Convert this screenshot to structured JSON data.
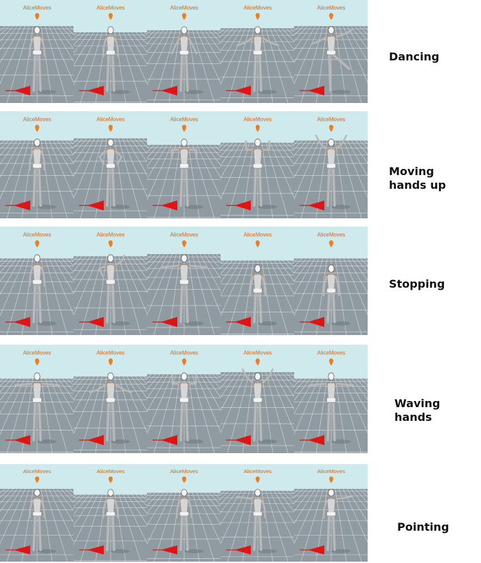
{
  "character_label": "AliceMoves",
  "colors": {
    "sky": "#cfeaec",
    "floor": "#8f9ba1",
    "grid": "#e9eef0",
    "marker": "#f07d1c",
    "label": "#d4661c",
    "arrow": "#e01414",
    "body": "#b9b9b9",
    "joint": "#d98a4a"
  },
  "rows": [
    {
      "label": "Dancing",
      "pose": "dancing",
      "frames": [
        {
          "pose": "stand"
        },
        {
          "pose": "stand"
        },
        {
          "pose": "arms-down-wide"
        },
        {
          "pose": "arms-out-low"
        },
        {
          "pose": "kick"
        }
      ]
    },
    {
      "label": "Moving hands up",
      "pose": "hands-up",
      "frames": [
        {
          "pose": "stand"
        },
        {
          "pose": "hands-hips"
        },
        {
          "pose": "arms-side-bent"
        },
        {
          "pose": "arms-up-bent"
        },
        {
          "pose": "arms-up-high"
        }
      ]
    },
    {
      "label": "Stopping",
      "pose": "stopping",
      "frames": [
        {
          "pose": "stand"
        },
        {
          "pose": "arms-up-half"
        },
        {
          "pose": "arms-t"
        },
        {
          "pose": "bend"
        },
        {
          "pose": "bend-deep"
        }
      ]
    },
    {
      "label": "Waving hands",
      "pose": "waving",
      "frames": [
        {
          "pose": "arms-t"
        },
        {
          "pose": "arms-out-low"
        },
        {
          "pose": "arms-up-bent"
        },
        {
          "pose": "arms-up-high"
        },
        {
          "pose": "arms-t"
        }
      ]
    },
    {
      "label": "Pointing",
      "pose": "pointing",
      "frames": [
        {
          "pose": "stand"
        },
        {
          "pose": "stand"
        },
        {
          "pose": "stand"
        },
        {
          "pose": "point-left"
        },
        {
          "pose": "point-right"
        }
      ]
    }
  ]
}
